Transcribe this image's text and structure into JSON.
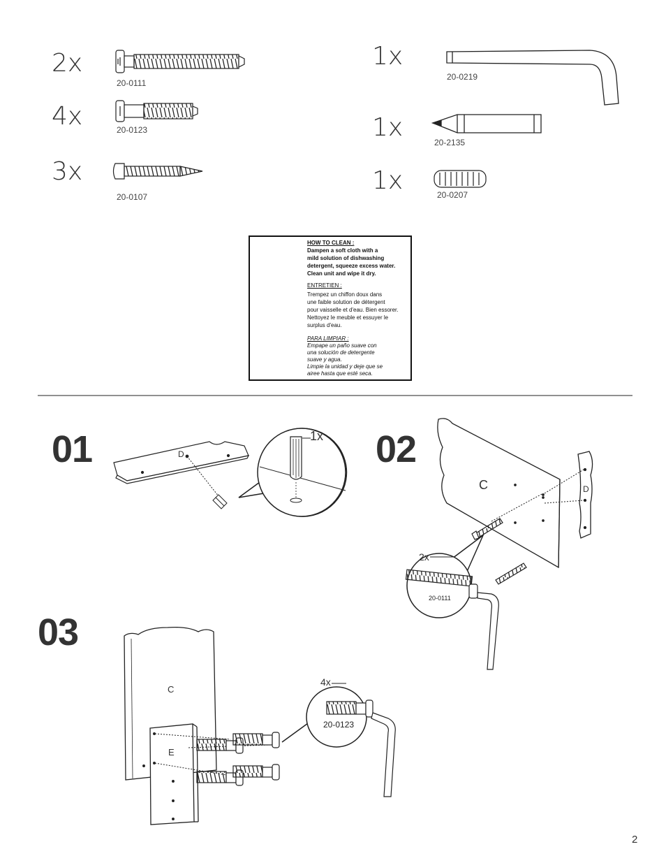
{
  "hardware": [
    {
      "qty": "2x",
      "code": "20-0111"
    },
    {
      "qty": "4x",
      "code": "20-0123"
    },
    {
      "qty": "3x",
      "code": "20-0107"
    },
    {
      "qty": "1x",
      "code": "20-0219"
    },
    {
      "qty": "1x",
      "code": "20-2135"
    },
    {
      "qty": "1x",
      "code": "20-0207"
    }
  ],
  "care": {
    "en_title": "HOW TO CLEAN :",
    "en_lines": [
      "Dampen a soft cloth with a",
      "mild solution of dishwashing",
      "detergent, squeeze excess water.",
      "Clean unit and wipe it dry."
    ],
    "fr_title": "ENTRETIEN :",
    "fr_lines": [
      "Trempez un chiffon doux dans",
      "une faible solution de détergent",
      "pour vaisselle et d'eau.  Bien essorer.",
      "Nettoyez le meuble et essuyer le",
      "surplus d'eau."
    ],
    "es_title": "PARA LIMPIAR :",
    "es_lines": [
      "Empape un paño suave con",
      "una solución de detergente",
      "suave y agua.",
      "Limpie la unidad y deje que se",
      "airee hasta que esté seca."
    ]
  },
  "steps": {
    "s01": {
      "num": "01",
      "part": "D",
      "qty": "1x"
    },
    "s02": {
      "num": "02",
      "part_c": "C",
      "part_d": "D",
      "qty": "2x",
      "code": "20-0111"
    },
    "s03": {
      "num": "03",
      "part_c": "C",
      "part_e": "E",
      "qty": "4x",
      "code": "20-0123"
    }
  },
  "page_number": "2"
}
